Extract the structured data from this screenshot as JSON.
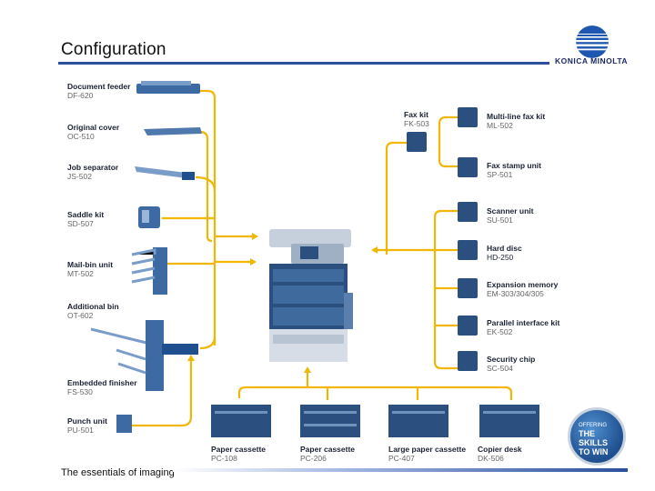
{
  "header": {
    "title": "Configuration",
    "brand": "KONICA MINOLTA"
  },
  "footer": {
    "tagline": "The essentials of imaging"
  },
  "badge": {
    "line1": "OFFERING",
    "line2": "THE SKILLS",
    "line3": "TO WIN"
  },
  "left_options": [
    {
      "name": "Document feeder",
      "code": "DF-620"
    },
    {
      "name": "Original cover",
      "code": "OC-510"
    },
    {
      "name": "Job separator",
      "code": "JS-502"
    },
    {
      "name": "Saddle kit",
      "code": "SD-507"
    },
    {
      "name": "Mail-bin unit",
      "code": "MT-502"
    },
    {
      "name": "Additional bin",
      "code": "OT-602"
    },
    {
      "name": "Embedded finisher",
      "code": "FS-530"
    },
    {
      "name": "Punch unit",
      "code": "PU-501"
    }
  ],
  "fax_kit": {
    "name": "Fax kit",
    "code": "FK-503"
  },
  "right_options": [
    {
      "name": "Multi-line fax kit",
      "code": "ML-502"
    },
    {
      "name": "Fax stamp unit",
      "code": "SP-501"
    },
    {
      "name": "Scanner unit",
      "code": "SU-501"
    },
    {
      "name": "Hard disc",
      "code": "HD-250"
    },
    {
      "name": "Expansion memory",
      "code": "EM-303/304/305"
    },
    {
      "name": "Parallel interface kit",
      "code": "EK-502"
    },
    {
      "name": "Security chip",
      "code": "SC-504"
    }
  ],
  "bottom_options": [
    {
      "name": "Paper cassette",
      "code": "PC-108"
    },
    {
      "name": "Paper cassette",
      "code": "PC-206"
    },
    {
      "name": "Large paper cassette",
      "code": "PC-407"
    },
    {
      "name": "Copier desk",
      "code": "DK-506"
    }
  ],
  "colors": {
    "connector": "#f2b705",
    "accent": "#2e4f9c",
    "unit": "#2b4f7f"
  }
}
